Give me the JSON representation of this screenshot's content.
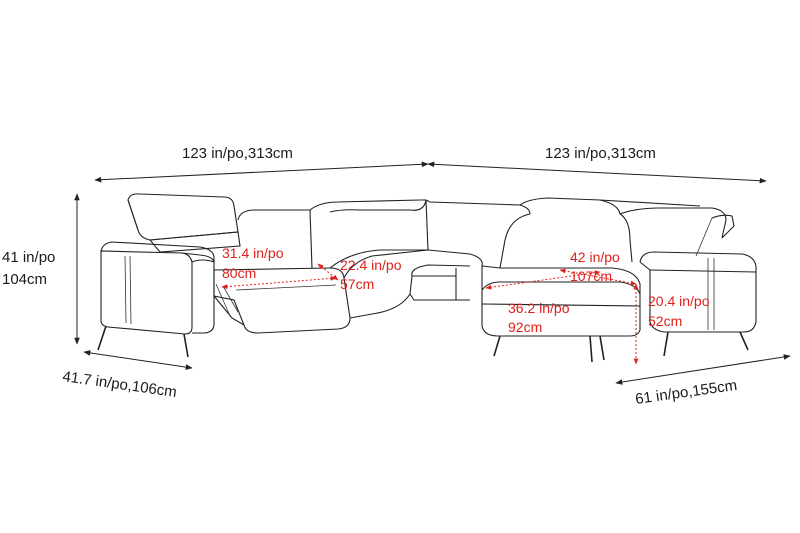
{
  "dimensions": {
    "top_left_width": "123 in/po,313cm",
    "top_right_width": "123 in/po,313cm",
    "height_in": "41 in/po",
    "height_cm": "104cm",
    "left_depth": "41.7 in/po,106cm",
    "right_depth": "61 in/po,155cm"
  },
  "red_dimensions": {
    "recliner_length_in": "31.4 in/po",
    "recliner_length_cm": "80cm",
    "seat_depth_in": "22.4 in/po",
    "seat_depth_cm": "57cm",
    "chaise_width_in": "42 in/po",
    "chaise_width_cm": "107cm",
    "chaise_length_in": "36.2 in/po",
    "chaise_length_cm": "92cm",
    "seat_height_in": "20.4 in/po",
    "seat_height_cm": "52cm"
  },
  "colors": {
    "outline": "#222222",
    "annotation": "#e0201a"
  }
}
